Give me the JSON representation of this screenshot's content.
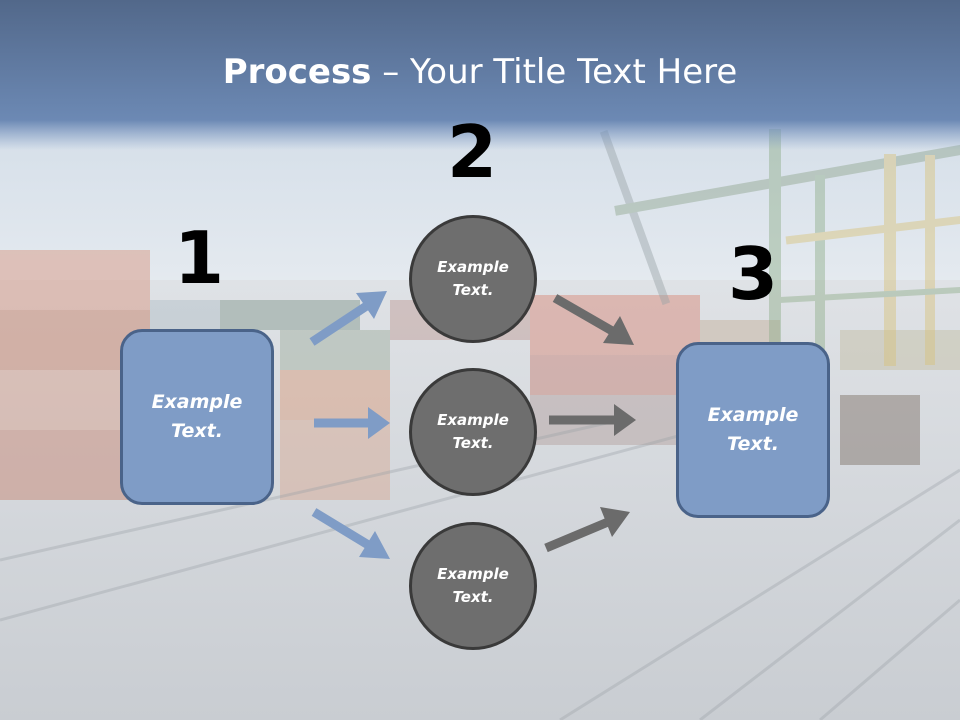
{
  "title": {
    "bold": "Process",
    "rest": " – Your Title Text Here"
  },
  "steps": [
    {
      "number": "1",
      "text_line1": "Example",
      "text_line2": "Text."
    },
    {
      "number": "2",
      "text_line1": "Example",
      "text_line2": "Text."
    },
    {
      "number": "3",
      "text_line1": "Example",
      "text_line2": "Text."
    }
  ],
  "circles": [
    {
      "text_line1": "Example",
      "text_line2": "Text."
    },
    {
      "text_line1": "Example",
      "text_line2": "Text."
    },
    {
      "text_line1": "Example",
      "text_line2": "Text."
    }
  ],
  "colors": {
    "box_fill": "#7f9cc6",
    "circle_fill": "#6e6e6e",
    "blue_arrow": "#7f9cc6",
    "gray_arrow": "#6b6b6b"
  }
}
